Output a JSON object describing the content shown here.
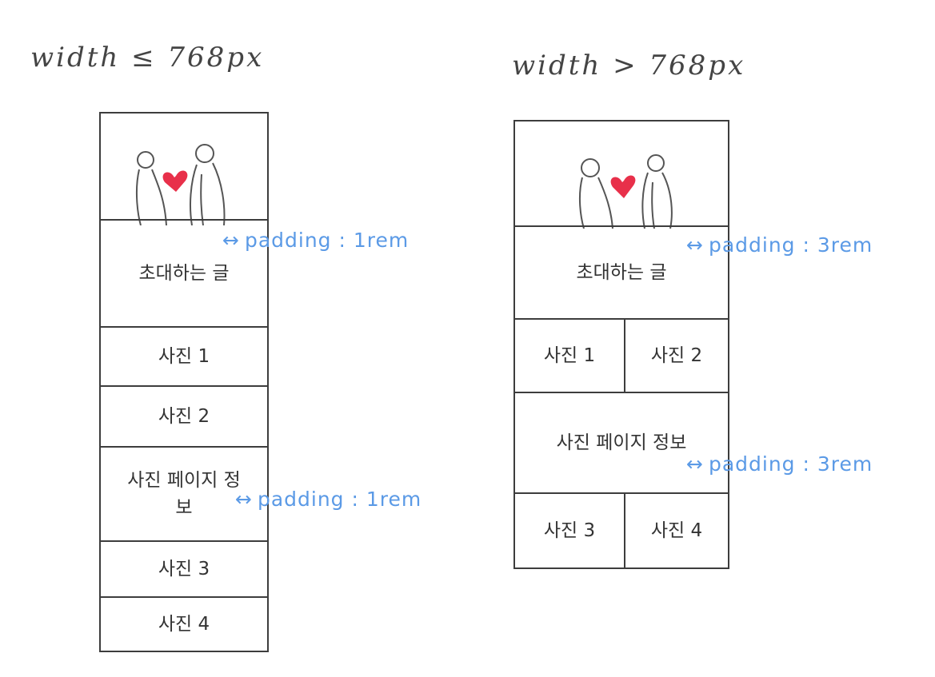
{
  "titles": {
    "mobile": "width ≤ 768px",
    "desktop": "width > 768px"
  },
  "mobile": {
    "greeting": "초대하는 글",
    "photo1": "사진 1",
    "photo2": "사진 2",
    "info": "사진 페이지 정보",
    "photo3": "사진 3",
    "photo4": "사진 4",
    "padding_note_1": "padding : 1rem",
    "padding_note_2": "padding : 1rem"
  },
  "desktop": {
    "greeting": "초대하는 글",
    "photo1": "사진 1",
    "photo2": "사진 2",
    "info": "사진 페이지 정보",
    "photo3": "사진 3",
    "photo4": "사진 4",
    "padding_note_1": "padding : 3rem",
    "padding_note_2": "padding : 3rem"
  },
  "arrow_glyph": "↔",
  "colors": {
    "heart": "#e8304a",
    "annotation": "#5b9ae6",
    "ink": "#3d3d3d"
  },
  "icons": [
    "couple-illustration-icon",
    "heart-icon",
    "double-arrow-icon"
  ]
}
